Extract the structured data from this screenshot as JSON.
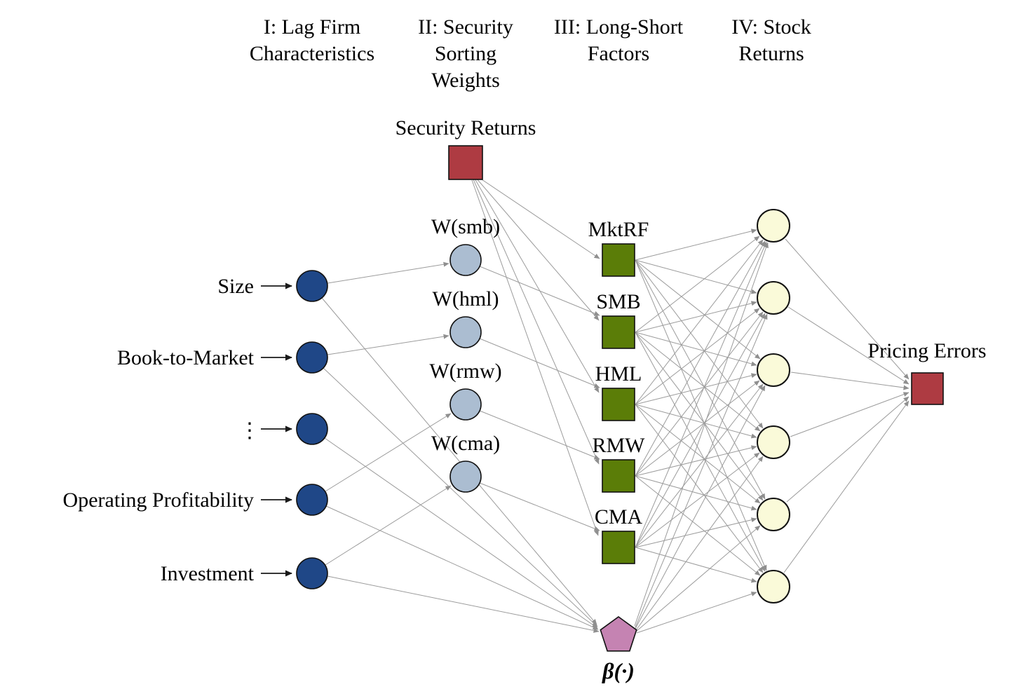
{
  "diagram": {
    "headers": [
      {
        "lines": [
          "I: Lag Firm",
          "Characteristics"
        ]
      },
      {
        "lines": [
          "II: Security",
          "Sorting",
          "Weights"
        ]
      },
      {
        "lines": [
          "III: Long-Short",
          "Factors"
        ]
      },
      {
        "lines": [
          "IV: Stock",
          "Returns"
        ]
      }
    ],
    "characteristics": {
      "labels": [
        "Size",
        "Book-to-Market",
        "⋮",
        "Operating Profitability",
        "Investment"
      ]
    },
    "sorting_weights": {
      "labels": [
        "W(smb)",
        "W(hml)",
        "W(rmw)",
        "W(cma)"
      ]
    },
    "security_returns_label": "Security Returns",
    "factors": {
      "labels": [
        "MktRF",
        "SMB",
        "HML",
        "RMW",
        "CMA"
      ]
    },
    "beta_label": "β(·)",
    "pricing_errors_label": "Pricing Errors",
    "stock_returns_count": 6,
    "colors": {
      "characteristic_node": "#1f4787",
      "weight_node": "#abbdd1",
      "factor_node": "#5b7d08",
      "returns_node": "#fafad9",
      "security_returns_node": "#ae3b42",
      "pricing_errors_node": "#ae3b42",
      "beta_node": "#c583b2",
      "edge": "#9b9b9b",
      "text": "#000000"
    }
  }
}
